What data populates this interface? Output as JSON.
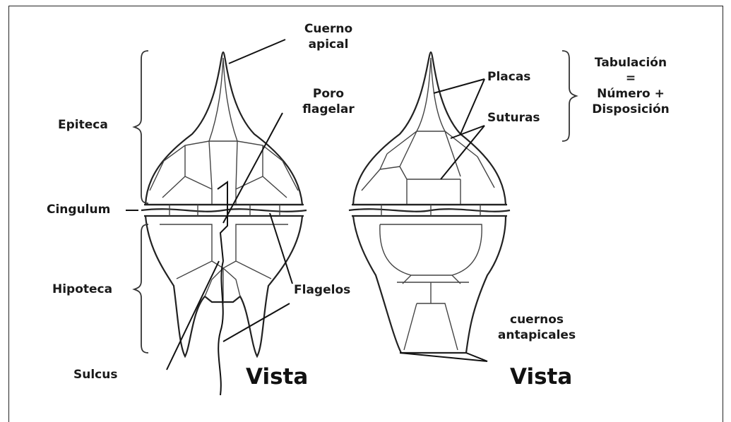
{
  "labels": {
    "cuerno_apical": "Cuerno\napical",
    "poro_flagelar": "Poro\nflagelar",
    "epiteca": "Epiteca",
    "cingulum": "Cingulum",
    "hipoteca": "Hipoteca",
    "sulcus": "Sulcus",
    "flagelos": "Flagelos",
    "placas": "Placas",
    "suturas": "Suturas",
    "tabulacion": "Tabulación\n=\nNúmero +\nDisposición",
    "cuernos_antapicales": "cuernos\nantapicales"
  },
  "views": {
    "left_title": "Vista",
    "right_title": "Vista"
  },
  "colors": {
    "line": "#222222",
    "text": "#1a1a1a",
    "background": "#ffffff"
  }
}
